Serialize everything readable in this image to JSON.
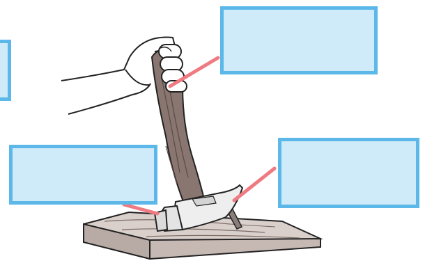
{
  "figure": {
    "subject": "hand-holding-claw-hammer-pulling-nail-from-wooden-board",
    "label_boxes": [
      {
        "id": "box-left-top",
        "text": ""
      },
      {
        "id": "box-top-right",
        "text": ""
      },
      {
        "id": "box-left-bottom",
        "text": ""
      },
      {
        "id": "box-right-bottom",
        "text": ""
      }
    ],
    "colors": {
      "box_fill": "#cfeaf9",
      "box_border": "#5cb8e8",
      "pointer_line": "#f07a82",
      "wood": "#8a7670",
      "board": "#d9cfcb",
      "metal": "#eeeeee"
    }
  }
}
